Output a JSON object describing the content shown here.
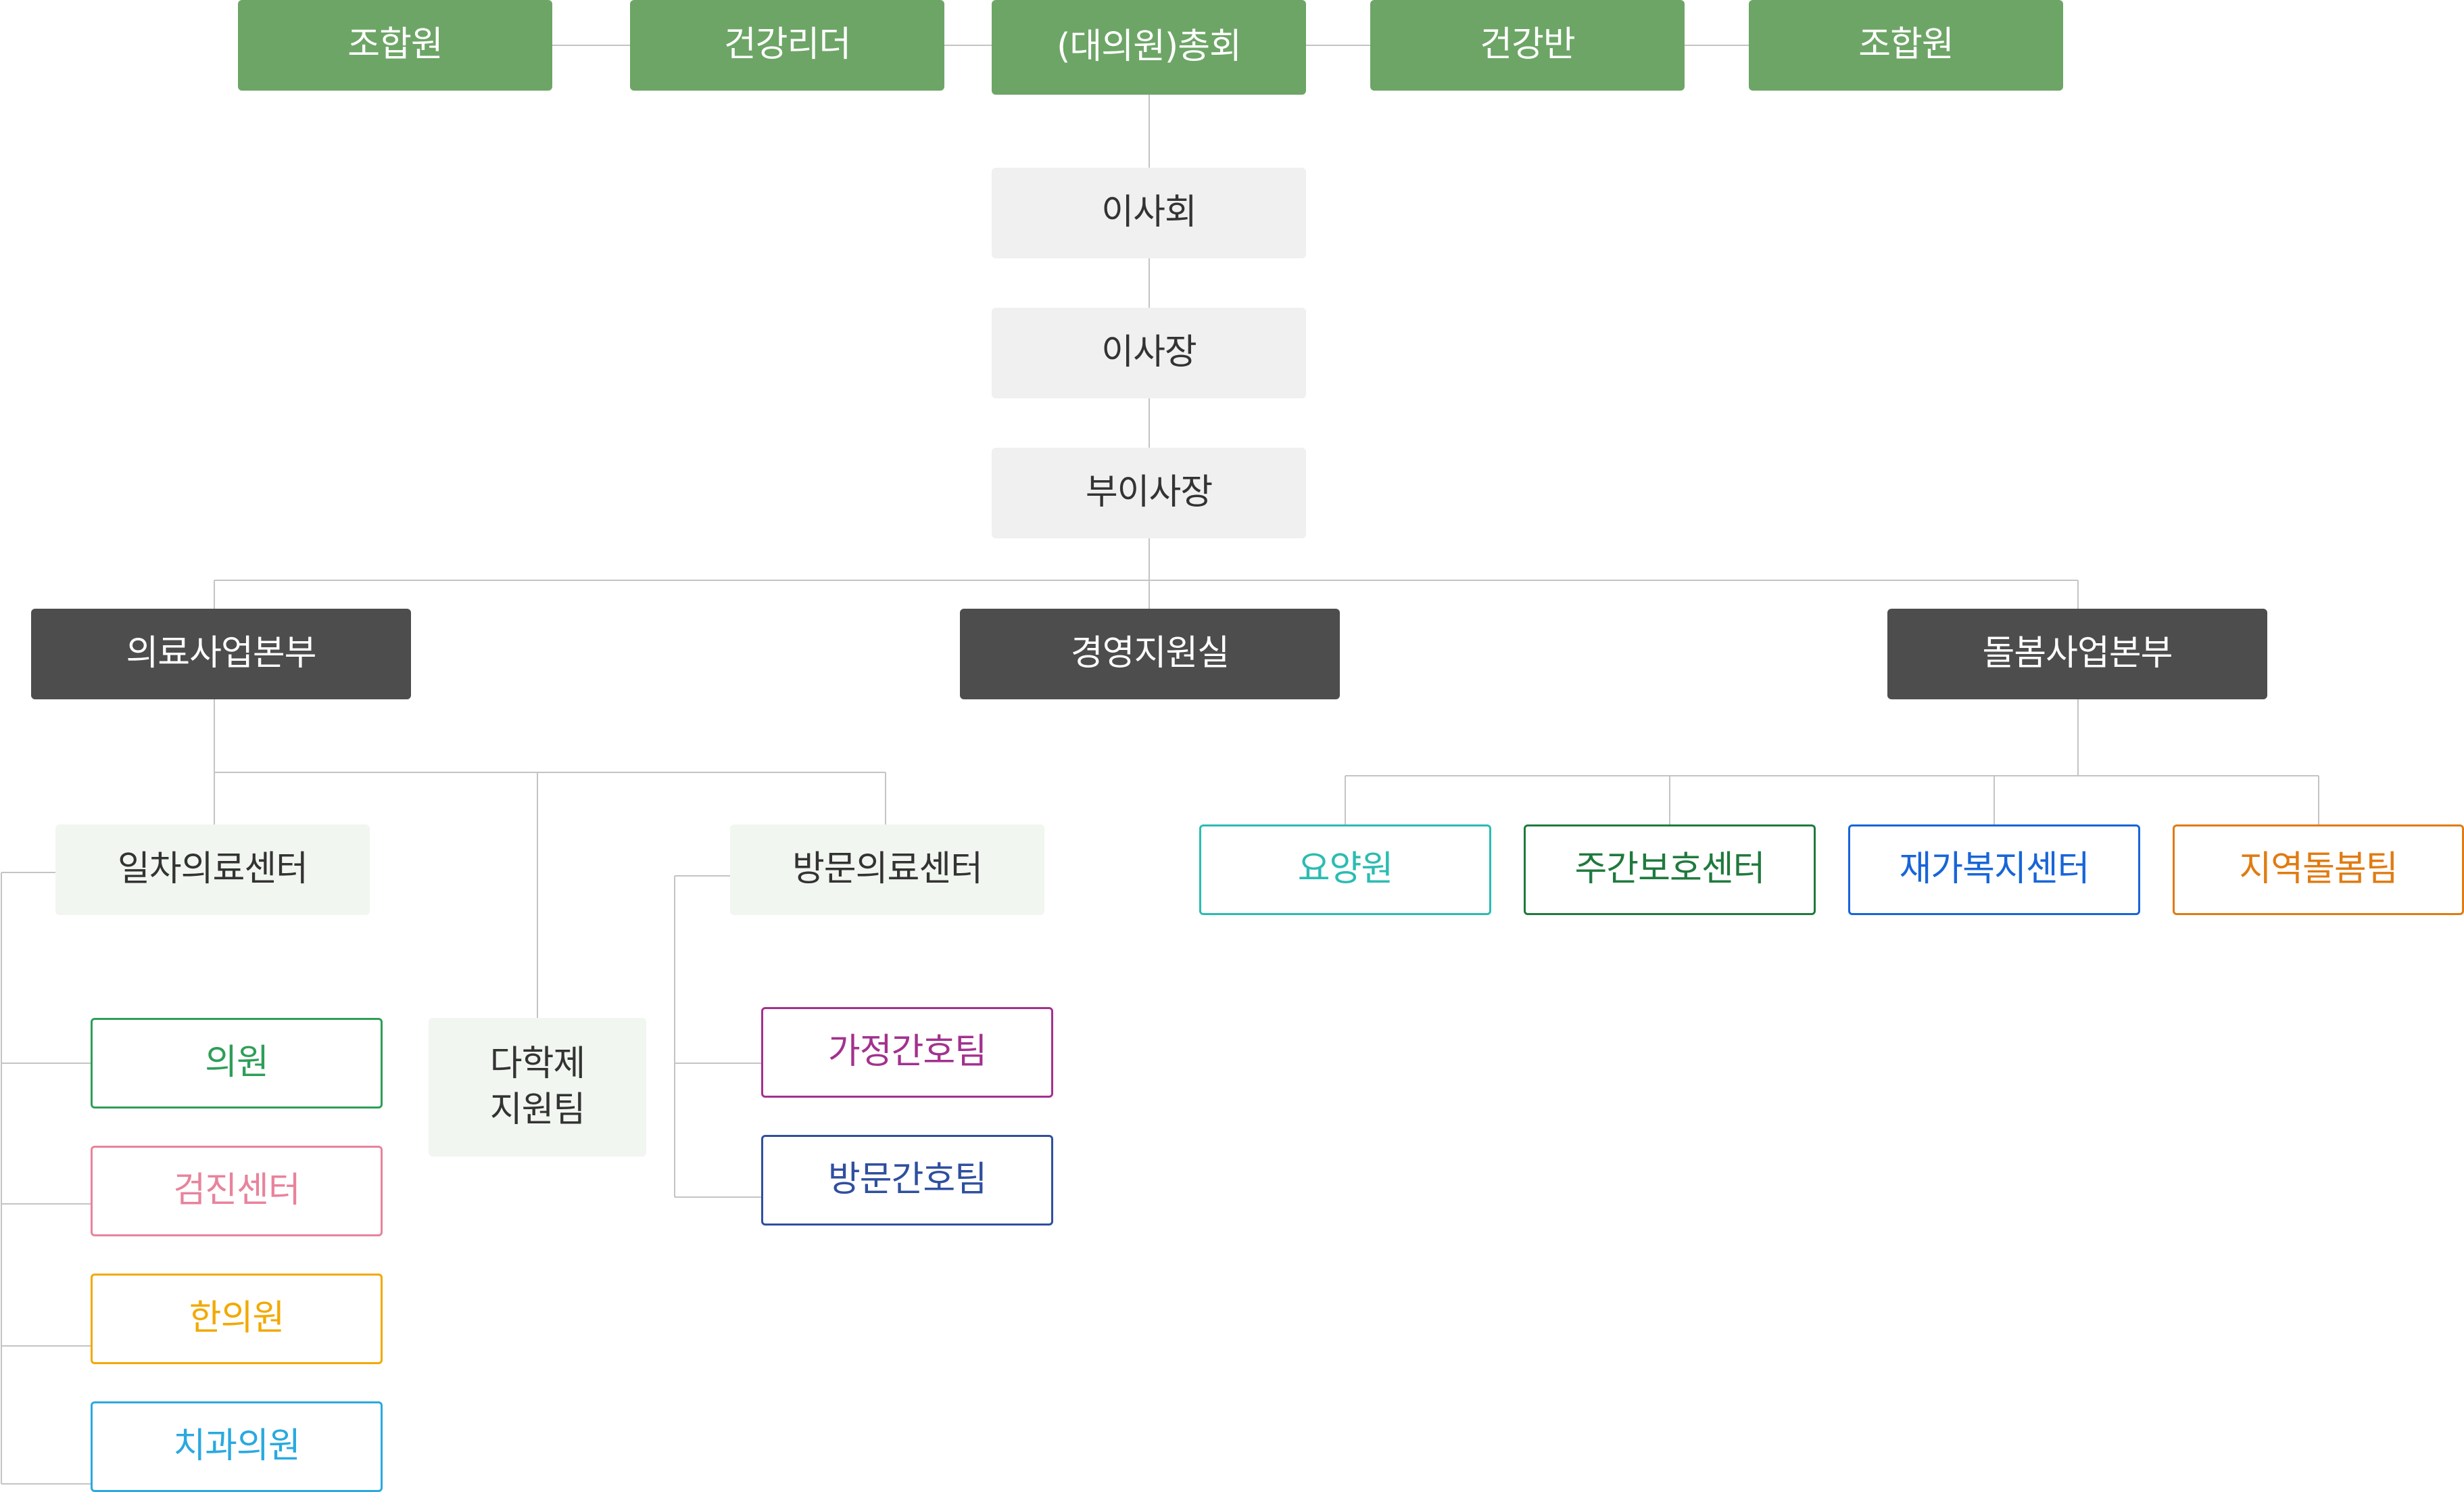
{
  "assembly_row": [
    {
      "id": "member-left",
      "label": "조합원"
    },
    {
      "id": "health-leader",
      "label": "건강리더"
    },
    {
      "id": "general-assembly",
      "label": "(대의원)총회"
    },
    {
      "id": "health-group",
      "label": "건강반"
    },
    {
      "id": "member-right",
      "label": "조합원"
    }
  ],
  "executives": [
    {
      "id": "board",
      "label": "이사회"
    },
    {
      "id": "chairman",
      "label": "이사장"
    },
    {
      "id": "vice-chairman",
      "label": "부이사장"
    }
  ],
  "divisions": [
    {
      "id": "medical-division",
      "label": "의료사업본부"
    },
    {
      "id": "management-office",
      "label": "경영지원실"
    },
    {
      "id": "care-division",
      "label": "돌봄사업본부"
    }
  ],
  "medical_centers": [
    {
      "id": "primary-care-center",
      "label": "일차의료센터"
    },
    {
      "id": "multidisciplinary-team",
      "label": "다학제\n지원팀"
    },
    {
      "id": "home-visit-center",
      "label": "방문의료센터"
    }
  ],
  "primary_care_units": [
    {
      "id": "clinic",
      "label": "의원",
      "color": "#2e9e58"
    },
    {
      "id": "checkup-center",
      "label": "검진센터",
      "color": "#e8839c"
    },
    {
      "id": "korean-medicine-clinic",
      "label": "한의원",
      "color": "#f2a900"
    },
    {
      "id": "dental-clinic",
      "label": "치과의원",
      "color": "#2aa9e0"
    }
  ],
  "home_visit_units": [
    {
      "id": "home-nursing-team",
      "label": "가정간호팀",
      "color": "#a3318e"
    },
    {
      "id": "visiting-nursing-team",
      "label": "방문간호팀",
      "color": "#2f4f9f"
    }
  ],
  "care_units": [
    {
      "id": "nursing-home",
      "label": "요양원",
      "color": "#2bbcb2"
    },
    {
      "id": "day-care-center",
      "label": "주간보호센터",
      "color": "#1f7a3d"
    },
    {
      "id": "home-welfare-center",
      "label": "재가복지센터",
      "color": "#1865d8"
    },
    {
      "id": "community-care-team",
      "label": "지역돌봄팀",
      "color": "#e07b12"
    }
  ]
}
